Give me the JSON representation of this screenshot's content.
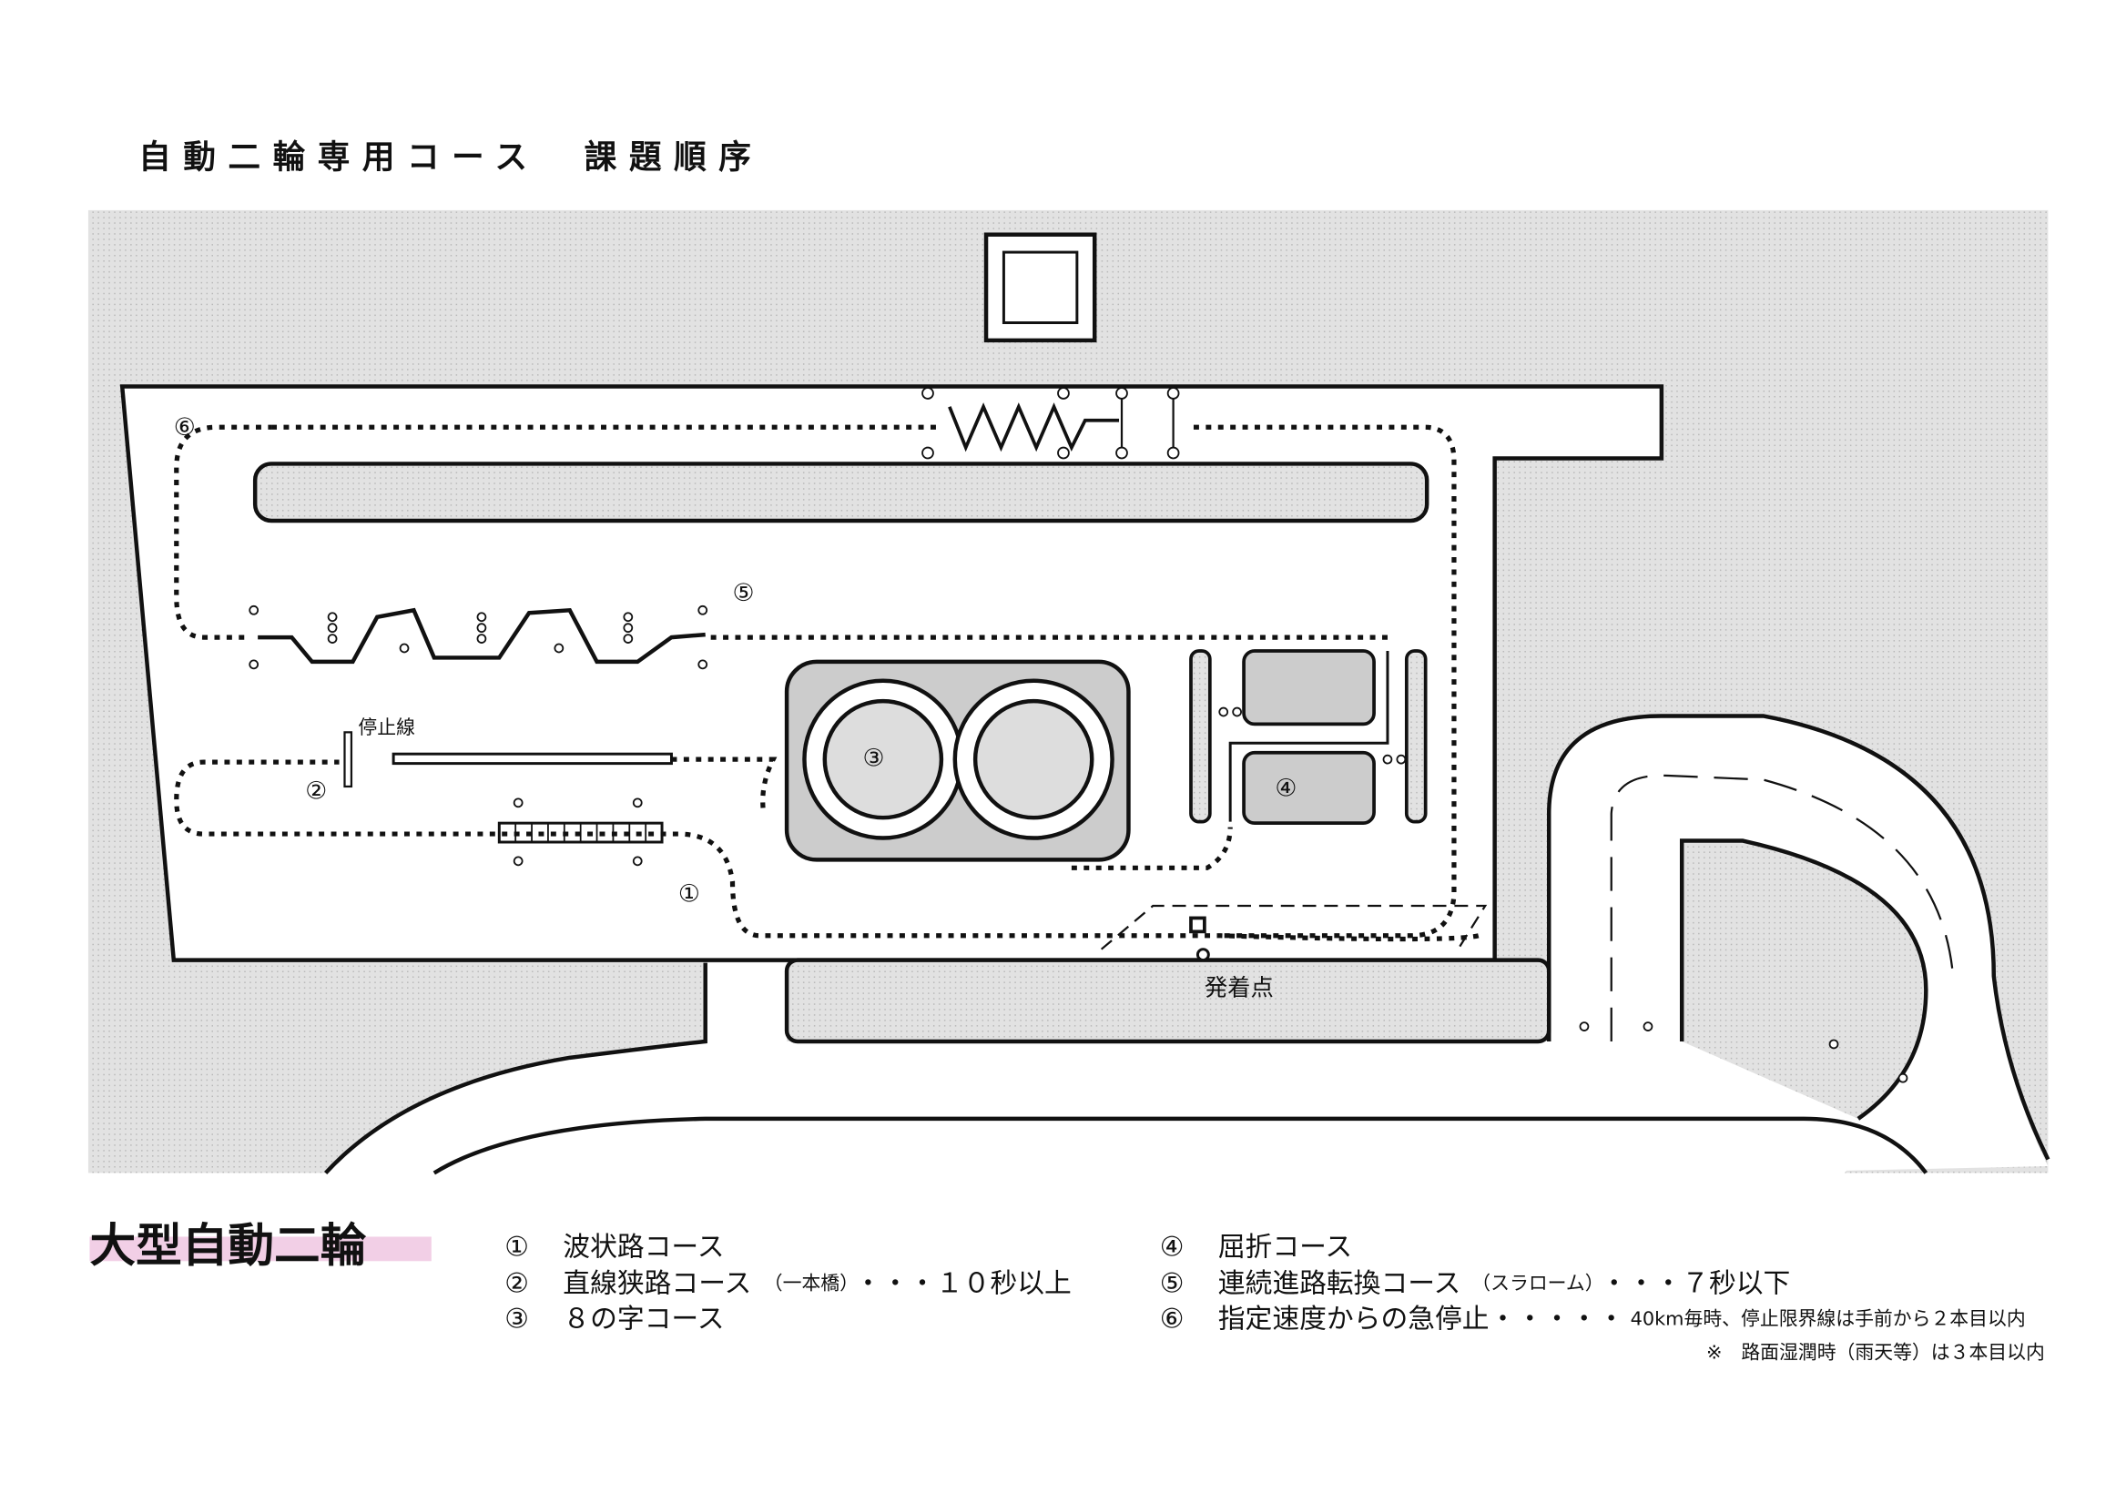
{
  "title": "自動二輪専用コース　課題順序",
  "map": {
    "stop_line_label": "停止線",
    "start_point_label": "発着点",
    "markers": [
      "①",
      "②",
      "③",
      "④",
      "⑤",
      "⑥"
    ]
  },
  "legend": {
    "heading": "大型自動二輪",
    "items": [
      {
        "num": "①",
        "text": "波状路コース"
      },
      {
        "num": "②",
        "text": "直線狭路コース",
        "small": "（一本橋）",
        "tail": "・・・１０秒以上"
      },
      {
        "num": "③",
        "text": "８の字コース"
      },
      {
        "num": "④",
        "text": "屈折コース"
      },
      {
        "num": "⑤",
        "text": "連続進路転換コース",
        "small": "（スラローム）",
        "tail": "・・・７秒以下"
      },
      {
        "num": "⑥",
        "text": "指定速度からの急停止・・・・・",
        "small": "40km毎時、停止限界線は手前から２本目以内"
      }
    ],
    "note": "※　路面湿潤時（雨天等）は３本目以内"
  },
  "colors": {
    "ground": "#d9d9d9",
    "road": "#ffffff",
    "line": "#111111",
    "heading_highlight": "#f2cfe6"
  }
}
